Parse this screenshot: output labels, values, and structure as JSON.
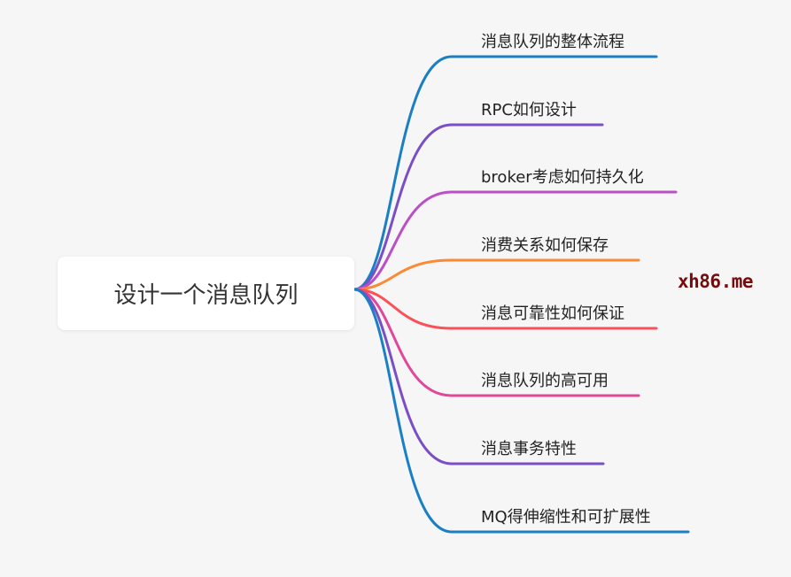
{
  "root": {
    "label": "设计一个消息队列"
  },
  "branches": [
    {
      "label": "消息队列的整体流程",
      "color": "#1b7fc4"
    },
    {
      "label": "RPC如何设计",
      "color": "#7a4fc6"
    },
    {
      "label": "broker考虑如何持久化",
      "color": "#bb4fc6"
    },
    {
      "label": "消费关系如何保存",
      "color": "#fb8a35"
    },
    {
      "label": "消息可靠性如何保证",
      "color": "#fb5058"
    },
    {
      "label": "消息队列的高可用",
      "color": "#e0489a"
    },
    {
      "label": "消息事务特性",
      "color": "#7a4fc6"
    },
    {
      "label": "MQ得伸缩性和可扩展性",
      "color": "#1b7fc4"
    }
  ],
  "watermark": "xh86.me"
}
